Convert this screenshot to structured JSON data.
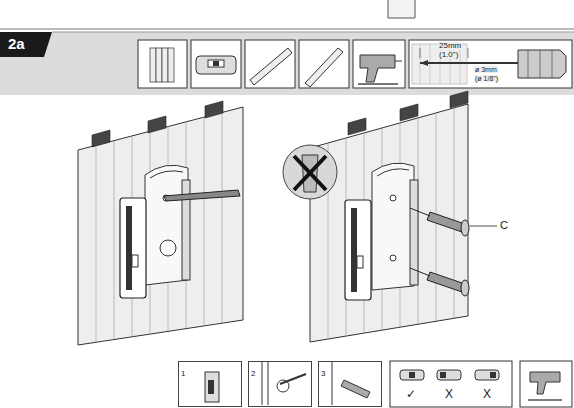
{
  "diagram": {
    "title": "2a",
    "nodes": [
      {
        "text": [
          "1"
        ]
      },
      {
        "text": [
          "2"
        ]
      },
      {
        "text": [
          "3"
        ]
      }
    ],
    "labels": [
      "25mm",
      "(1.0\")",
      "ø 3mm",
      "(ø 1/8\")",
      "C",
      "✓",
      "X",
      "X"
    ]
  }
}
